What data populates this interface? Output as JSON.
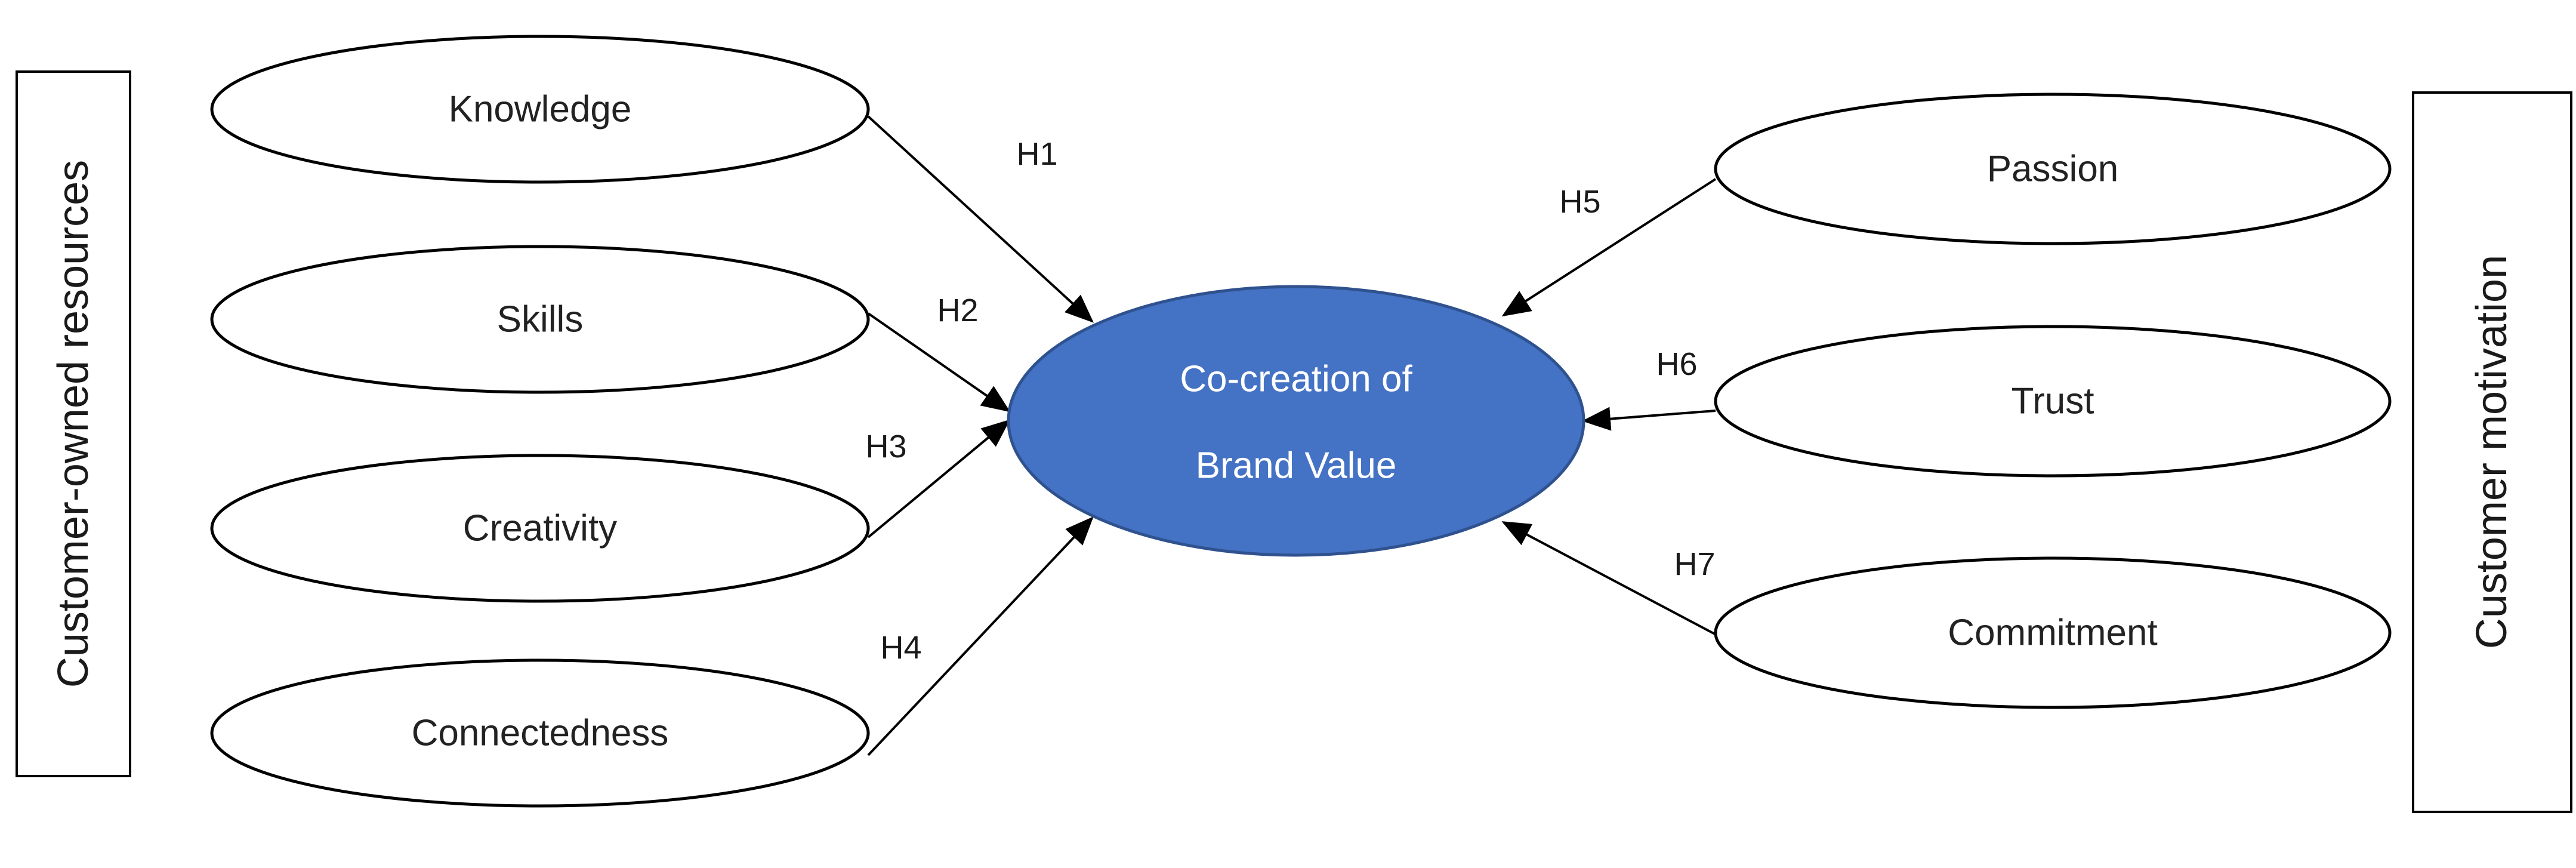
{
  "diagram": {
    "colors": {
      "center_fill": "#4472C4",
      "center_stroke": "#2F528F",
      "stroke": "#000000",
      "node_fill": "#FFFFFF"
    },
    "left_group_label": "Customer-owned resources",
    "right_group_label": "Customer motivation",
    "center_label_line1": "Co-creation of",
    "center_label_line2": "Brand Value",
    "left_nodes": [
      {
        "label": "Knowledge",
        "hypothesis": "H1"
      },
      {
        "label": "Skills",
        "hypothesis": "H2"
      },
      {
        "label": "Creativity",
        "hypothesis": "H3"
      },
      {
        "label": "Connectedness",
        "hypothesis": "H4"
      }
    ],
    "right_nodes": [
      {
        "label": "Passion",
        "hypothesis": "H5"
      },
      {
        "label": "Trust",
        "hypothesis": "H6"
      },
      {
        "label": "Commitment",
        "hypothesis": "H7"
      }
    ]
  }
}
